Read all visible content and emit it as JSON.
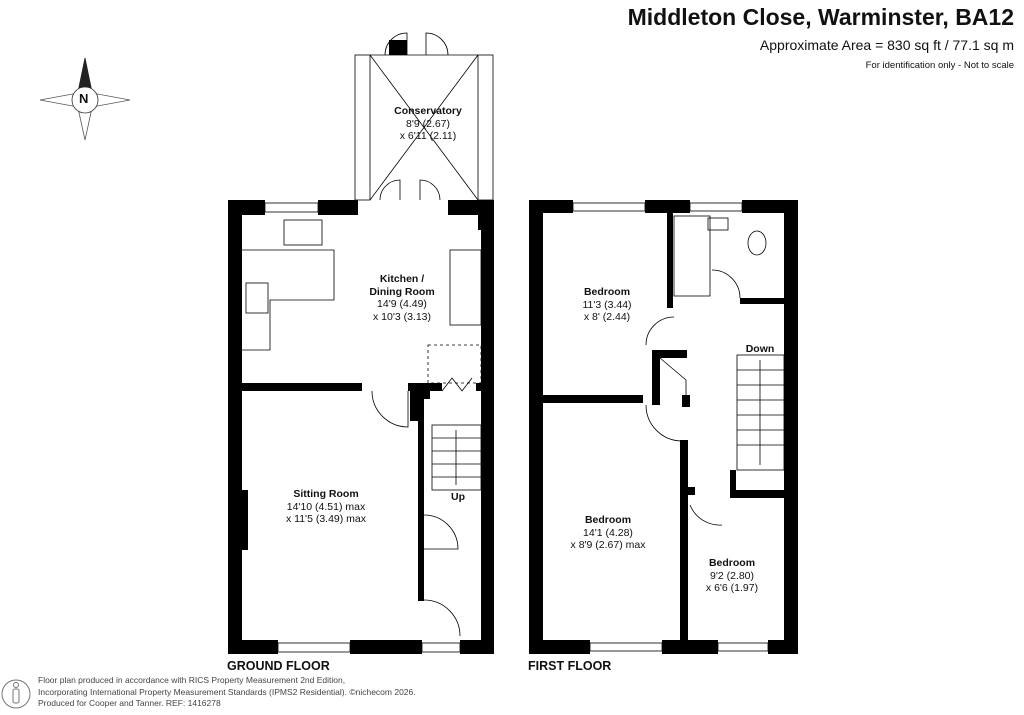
{
  "header": {
    "title": "Middleton Close, Warminster, BA12",
    "area": "Approximate Area = 830 sq ft / 77.1 sq m",
    "note": "For identification only - Not to scale"
  },
  "compass": {
    "label": "N",
    "icon": "compass-icon"
  },
  "ground_floor": {
    "label": "GROUND FLOOR",
    "stairs_label": "Up",
    "rooms": [
      {
        "name": "Conservatory",
        "dim1": "8'9 (2.67)",
        "dim2": "x 6'11 (2.11)"
      },
      {
        "name": "Kitchen /",
        "name2": "Dining Room",
        "dim1": "14'9 (4.49)",
        "dim2": "x 10'3 (3.13)"
      },
      {
        "name": "Sitting Room",
        "dim1": "14'10 (4.51) max",
        "dim2": "x 11'5 (3.49) max"
      }
    ]
  },
  "first_floor": {
    "label": "FIRST FLOOR",
    "stairs_label": "Down",
    "rooms": [
      {
        "name": "Bedroom",
        "dim1": "11'3 (3.44)",
        "dim2": "x 8' (2.44)"
      },
      {
        "name": "Bedroom",
        "dim1": "14'1 (4.28)",
        "dim2": "x 8'9 (2.67) max"
      },
      {
        "name": "Bedroom",
        "dim1": "9'2 (2.80)",
        "dim2": "x 6'6 (1.97)"
      }
    ]
  },
  "footer": {
    "line1": "Floor plan produced in accordance with RICS Property Measurement 2nd Edition,",
    "line2": "Incorporating International Property Measurement Standards (IPMS2 Residential).   ©nichecom 2026.",
    "line3": "Produced for Cooper and Tanner.   REF: 1416278",
    "icon": "person-info-icon"
  }
}
